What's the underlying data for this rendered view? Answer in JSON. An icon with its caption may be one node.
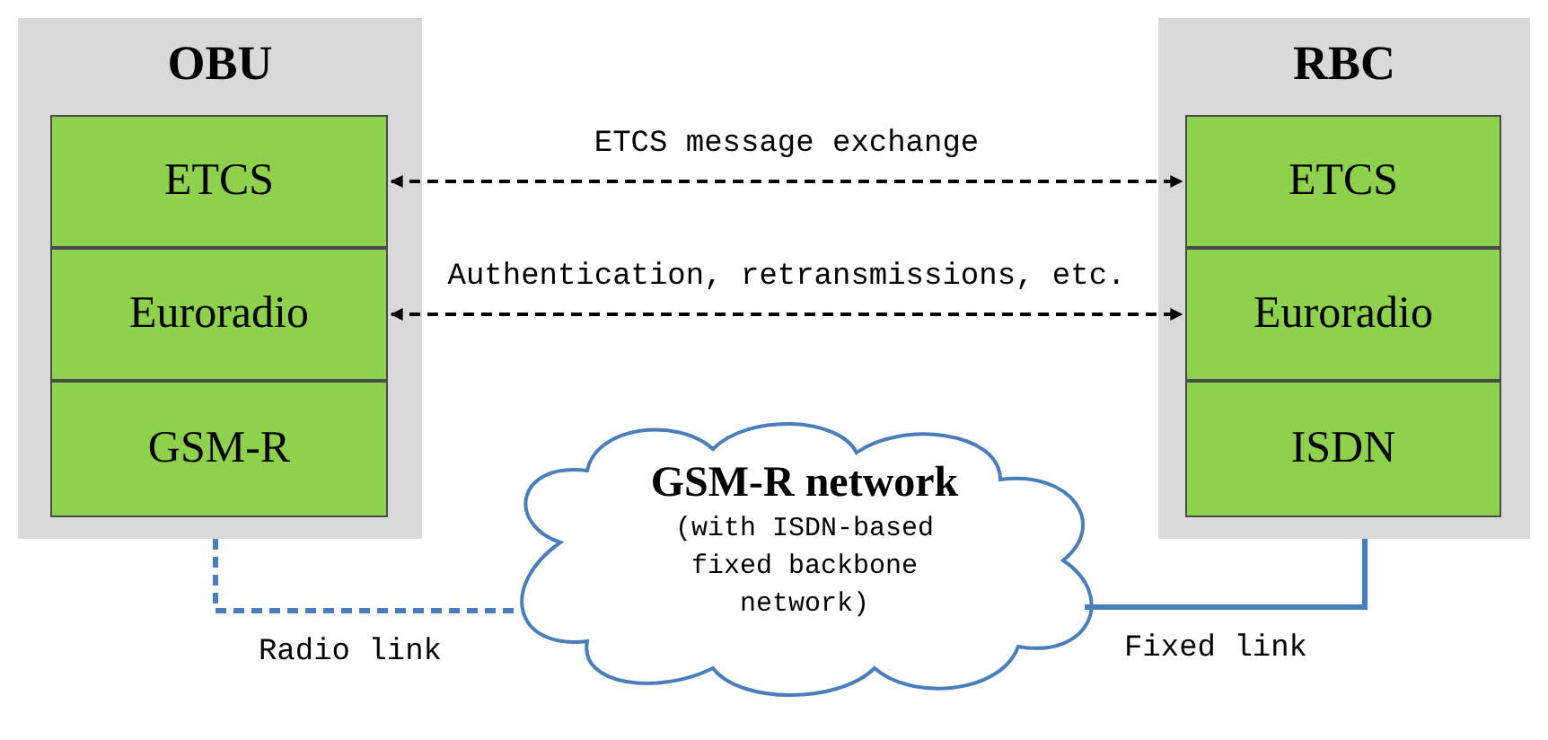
{
  "diagram": {
    "nodes": [
      {
        "text": [
          "OBU"
        ]
      },
      {
        "text": [
          "ETCS"
        ],
        "in": 0
      },
      {
        "text": [
          "Euroradio"
        ],
        "in": 0
      },
      {
        "text": [
          "GSM-R"
        ],
        "in": 0
      },
      {
        "text": [
          "RBC"
        ]
      },
      {
        "text": [
          "ETCS"
        ],
        "in": 4
      },
      {
        "text": [
          "Euroradio"
        ],
        "in": 4
      },
      {
        "text": [
          "ISDN"
        ],
        "in": 4
      },
      {
        "text": [
          "GSM-R network",
          "(with ISDN-based fixed backbone network)"
        ]
      }
    ],
    "edges": [
      {
        "from": 1,
        "to": 5,
        "arrow": "both",
        "style": "dashed",
        "label": "ETCS message exchange"
      },
      {
        "from": 2,
        "to": 6,
        "arrow": "both",
        "style": "dashed",
        "label": "Authentication, retransmissions, etc."
      },
      {
        "from": 0,
        "to": 8,
        "arrow": "none",
        "style": "dashed",
        "color": "#4a7ebb",
        "label": "Radio link"
      },
      {
        "from": 8,
        "to": 4,
        "arrow": "none",
        "color": "#4a7ebb",
        "label": "Fixed link"
      }
    ]
  }
}
